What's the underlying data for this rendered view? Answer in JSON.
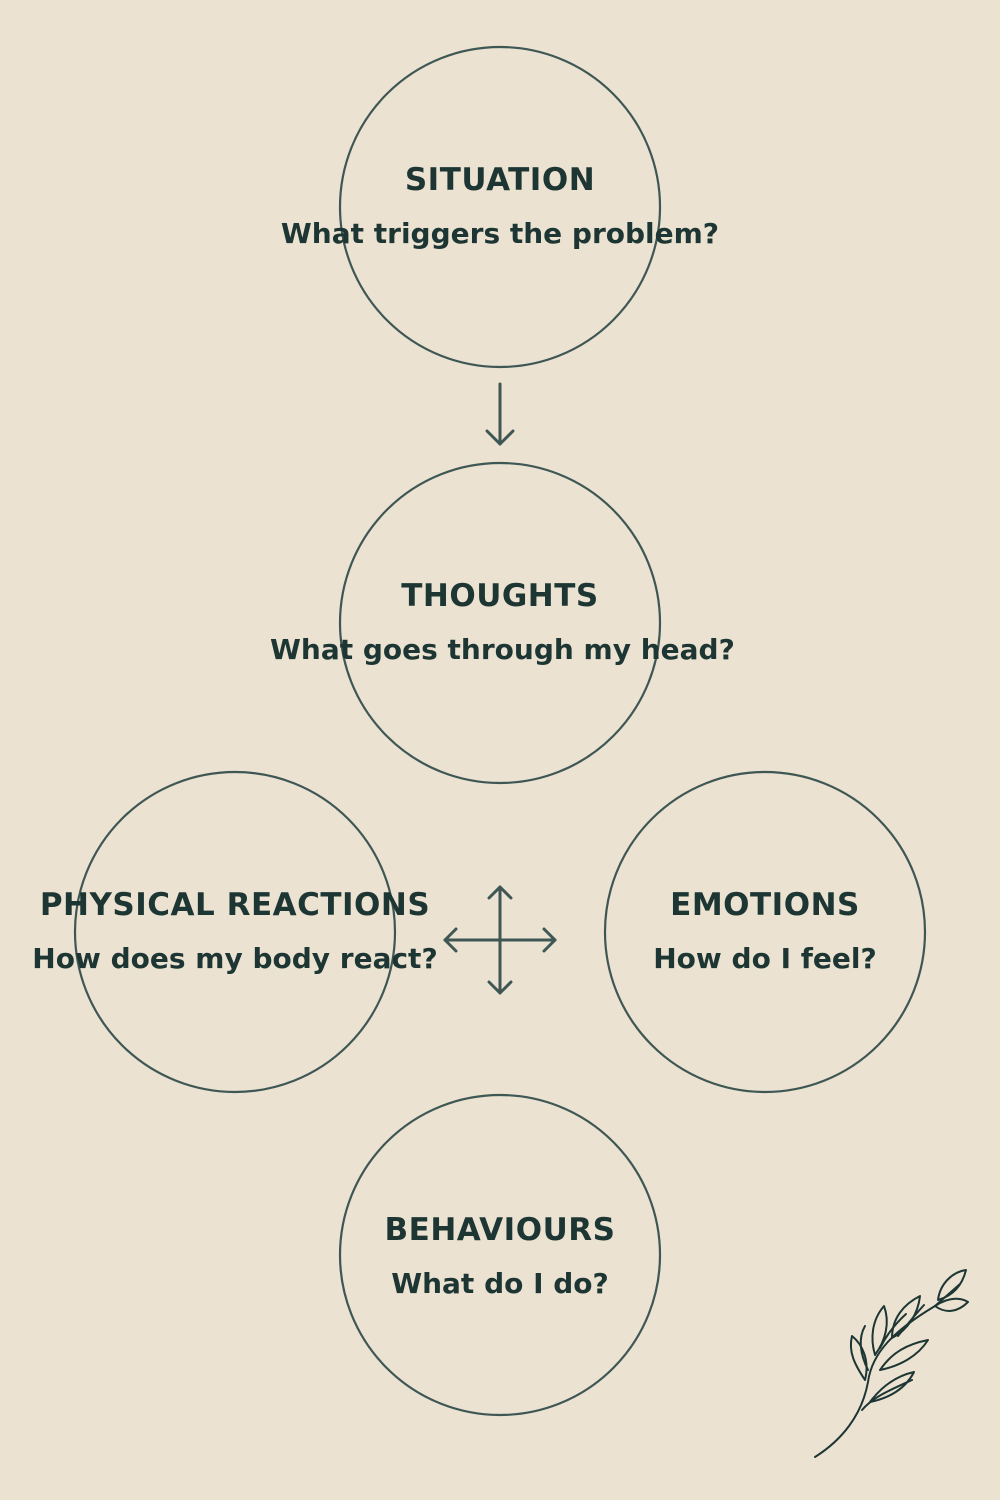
{
  "nodes": {
    "situation": {
      "title": "SITUATION",
      "question": "What triggers the problem?"
    },
    "thoughts": {
      "title": "THOUGHTS",
      "question": "What goes through my head?"
    },
    "physical": {
      "title": "PHYSICAL REACTIONS",
      "question": "How does my body react?"
    },
    "emotions": {
      "title": "EMOTIONS",
      "question": "How do I feel?"
    },
    "behaviours": {
      "title": "BEHAVIOURS",
      "question": "What do I do?"
    }
  },
  "colors": {
    "background": "#ebe2d1",
    "stroke": "#3f5754",
    "text": "#1d3634"
  },
  "icons": {
    "arrow_down": "arrow-down-icon",
    "four_way": "four-way-arrow-icon",
    "decoration": "leaf-branch-icon"
  }
}
